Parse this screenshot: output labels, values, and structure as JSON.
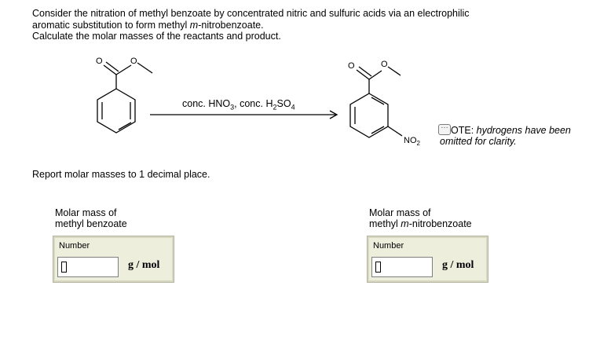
{
  "question": {
    "line1": "Consider the nitration of methyl benzoate by concentrated nitric and sulfuric acids via an electrophilic",
    "line2_pre": "aromatic substitution to form methyl ",
    "line2_italic": "m",
    "line2_post": "-nitrobenzoate.",
    "line3": "Calculate the molar masses of the reactants and product."
  },
  "scheme": {
    "o_label": "O",
    "reagents": {
      "a": "conc. HNO",
      "a_sub": "3",
      "b": ", conc. H",
      "b_sub1": "2",
      "c": "SO",
      "b_sub2": "4"
    },
    "no2": {
      "main": "NO",
      "sub": "2"
    },
    "note": {
      "line1_pre": "",
      "line1_highlight": "OTE:",
      "line1_italic": " hydrogens have been",
      "line2": "omitted for clarity."
    }
  },
  "report_text": "Report molar masses to 1 decimal place.",
  "field1": {
    "label_line1": "Molar mass of",
    "label_line2": "methyl benzoate",
    "panel_title": "Number",
    "value": "",
    "unit": "g / mol"
  },
  "field2": {
    "label_line1": "Molar mass of",
    "label_line2_pre": "methyl ",
    "label_line2_italic": "m",
    "label_line2_post": "-nitrobenzoate",
    "panel_title": "Number",
    "value": "",
    "unit": "g / mol"
  }
}
